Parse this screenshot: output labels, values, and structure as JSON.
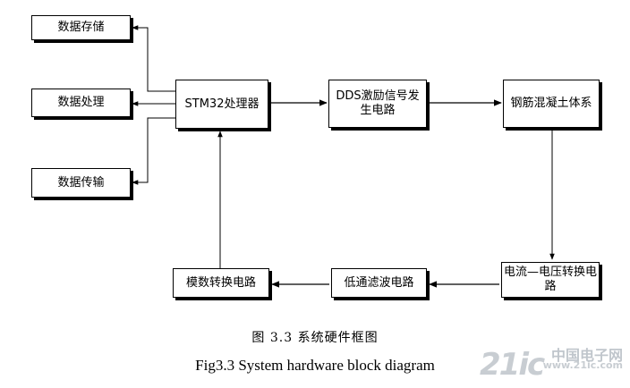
{
  "diagram": {
    "nodes": {
      "storage": "数据存储",
      "processing": "数据处理",
      "transmission": "数据传输",
      "mcu": "STM32处理器",
      "dds": "DDS激励信号发生电路",
      "concrete": "钢筋混凝土体系",
      "iv_convert": "电流—电压转换电路",
      "filter": "低通滤波电路",
      "adc": "模数转换电路"
    }
  },
  "caption": {
    "chinese": "图 3.3  系统硬件框图",
    "english": "Fig3.3 System hardware block diagram"
  },
  "watermark": {
    "brand": "21ic",
    "cn": "中国电子网",
    "url": "www.21ic.com"
  }
}
